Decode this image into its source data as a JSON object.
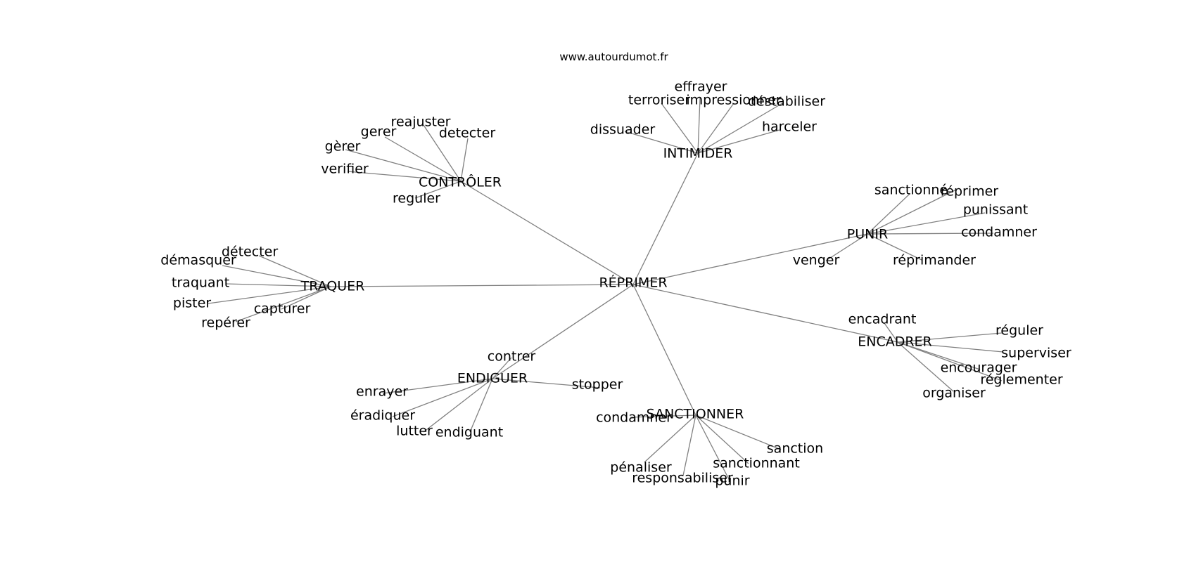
{
  "site": "www.autourdumot.fr",
  "center": "RÉPRIMER",
  "clusters": [
    {
      "label": "INTIMIDER",
      "words": [
        "effrayer",
        "terroriser",
        "impressionner",
        "déstabiliser",
        "dissuader",
        "harceler"
      ]
    },
    {
      "label": "CONTRÔLER",
      "words": [
        "reajuster",
        "gerer",
        "detecter",
        "gèrer",
        "verifier",
        "reguler"
      ]
    },
    {
      "label": "PUNIR",
      "words": [
        "sanctionné",
        "réprimer",
        "punissant",
        "condamner",
        "venger",
        "réprimander"
      ]
    },
    {
      "label": "TRAQUER",
      "words": [
        "détecter",
        "démasquer",
        "traquant",
        "pister",
        "capturer",
        "repérer"
      ]
    },
    {
      "label": "ENCADRER",
      "words": [
        "encadrant",
        "réguler",
        "superviser",
        "encourager",
        "réglementer",
        "organiser"
      ]
    },
    {
      "label": "ENDIGUER",
      "words": [
        "contrer",
        "enrayer",
        "stopper",
        "éradiquer",
        "lutter",
        "endiguant"
      ]
    },
    {
      "label": "SANCTIONNER",
      "words": [
        "condamner",
        "sanction",
        "pénaliser",
        "sanctionnant",
        "responsabiliser",
        "punir"
      ]
    }
  ]
}
